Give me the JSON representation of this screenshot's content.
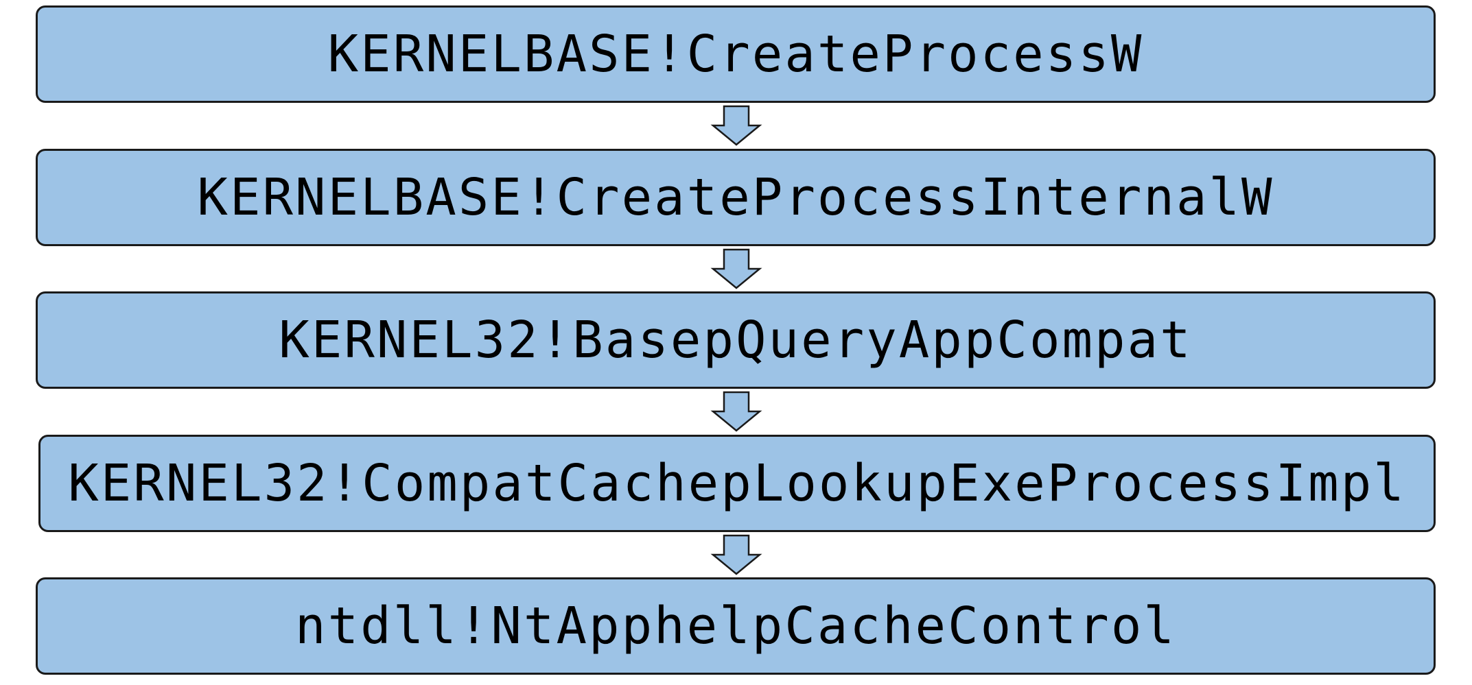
{
  "flow": {
    "steps": [
      {
        "label": "KERNELBASE!CreateProcessW"
      },
      {
        "label": "KERNELBASE!CreateProcessInternalW"
      },
      {
        "label": "KERNEL32!BasepQueryAppCompat"
      },
      {
        "label": "KERNEL32!CompatCachepLookupExeProcessImpl"
      },
      {
        "label": "ntdll!NtApphelpCacheControl"
      }
    ],
    "colors": {
      "box_fill": "#9dc3e6",
      "box_border": "#1a1a1a",
      "text": "#000000"
    },
    "connector_icon": "down-arrow-icon"
  }
}
